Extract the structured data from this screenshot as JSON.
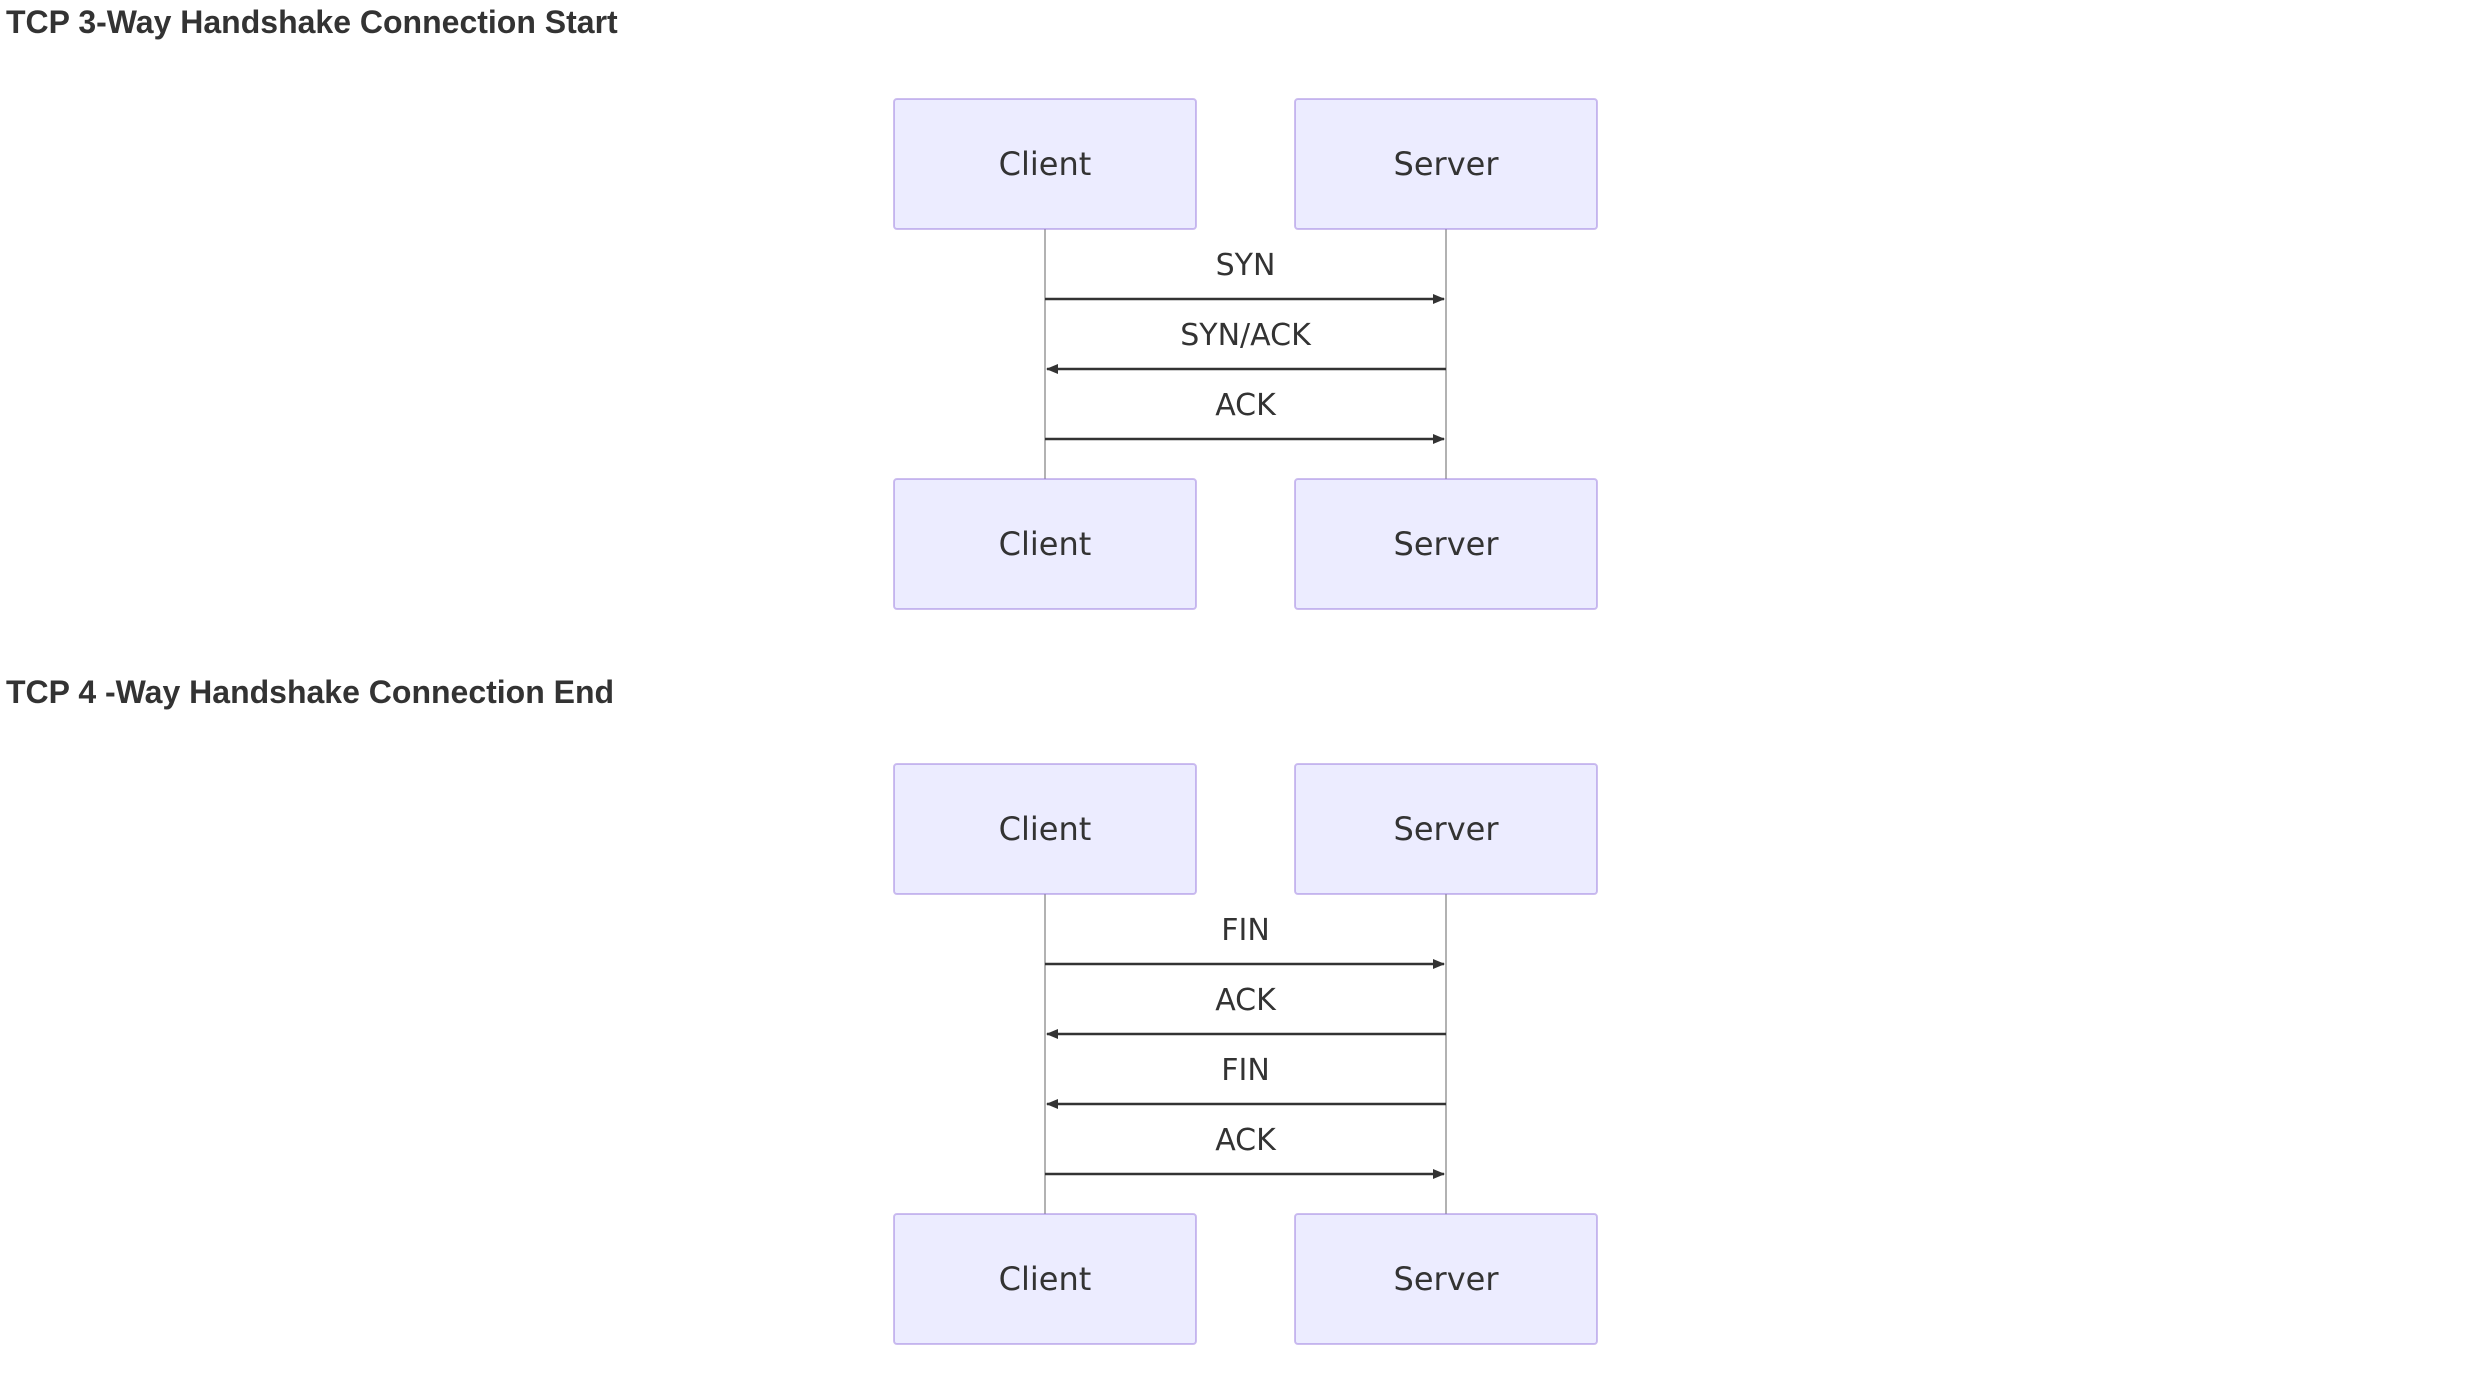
{
  "sections": [
    {
      "title": "TCP 3-Way Handshake Connection Start",
      "participants": [
        "Client",
        "Server"
      ],
      "messages": [
        {
          "from": "Client",
          "to": "Server",
          "label": "SYN"
        },
        {
          "from": "Server",
          "to": "Client",
          "label": "SYN/ACK"
        },
        {
          "from": "Client",
          "to": "Server",
          "label": "ACK"
        }
      ]
    },
    {
      "title": "TCP 4 -Way Handshake Connection End",
      "participants": [
        "Client",
        "Server"
      ],
      "messages": [
        {
          "from": "Client",
          "to": "Server",
          "label": "FIN"
        },
        {
          "from": "Server",
          "to": "Client",
          "label": "ACK"
        },
        {
          "from": "Server",
          "to": "Client",
          "label": "FIN"
        },
        {
          "from": "Client",
          "to": "Server",
          "label": "ACK"
        }
      ]
    }
  ],
  "colors": {
    "participant_fill": "#ECECFF",
    "participant_stroke": "#9370DB",
    "lifeline": "#999999",
    "message_line": "#333333",
    "text": "#333333"
  }
}
